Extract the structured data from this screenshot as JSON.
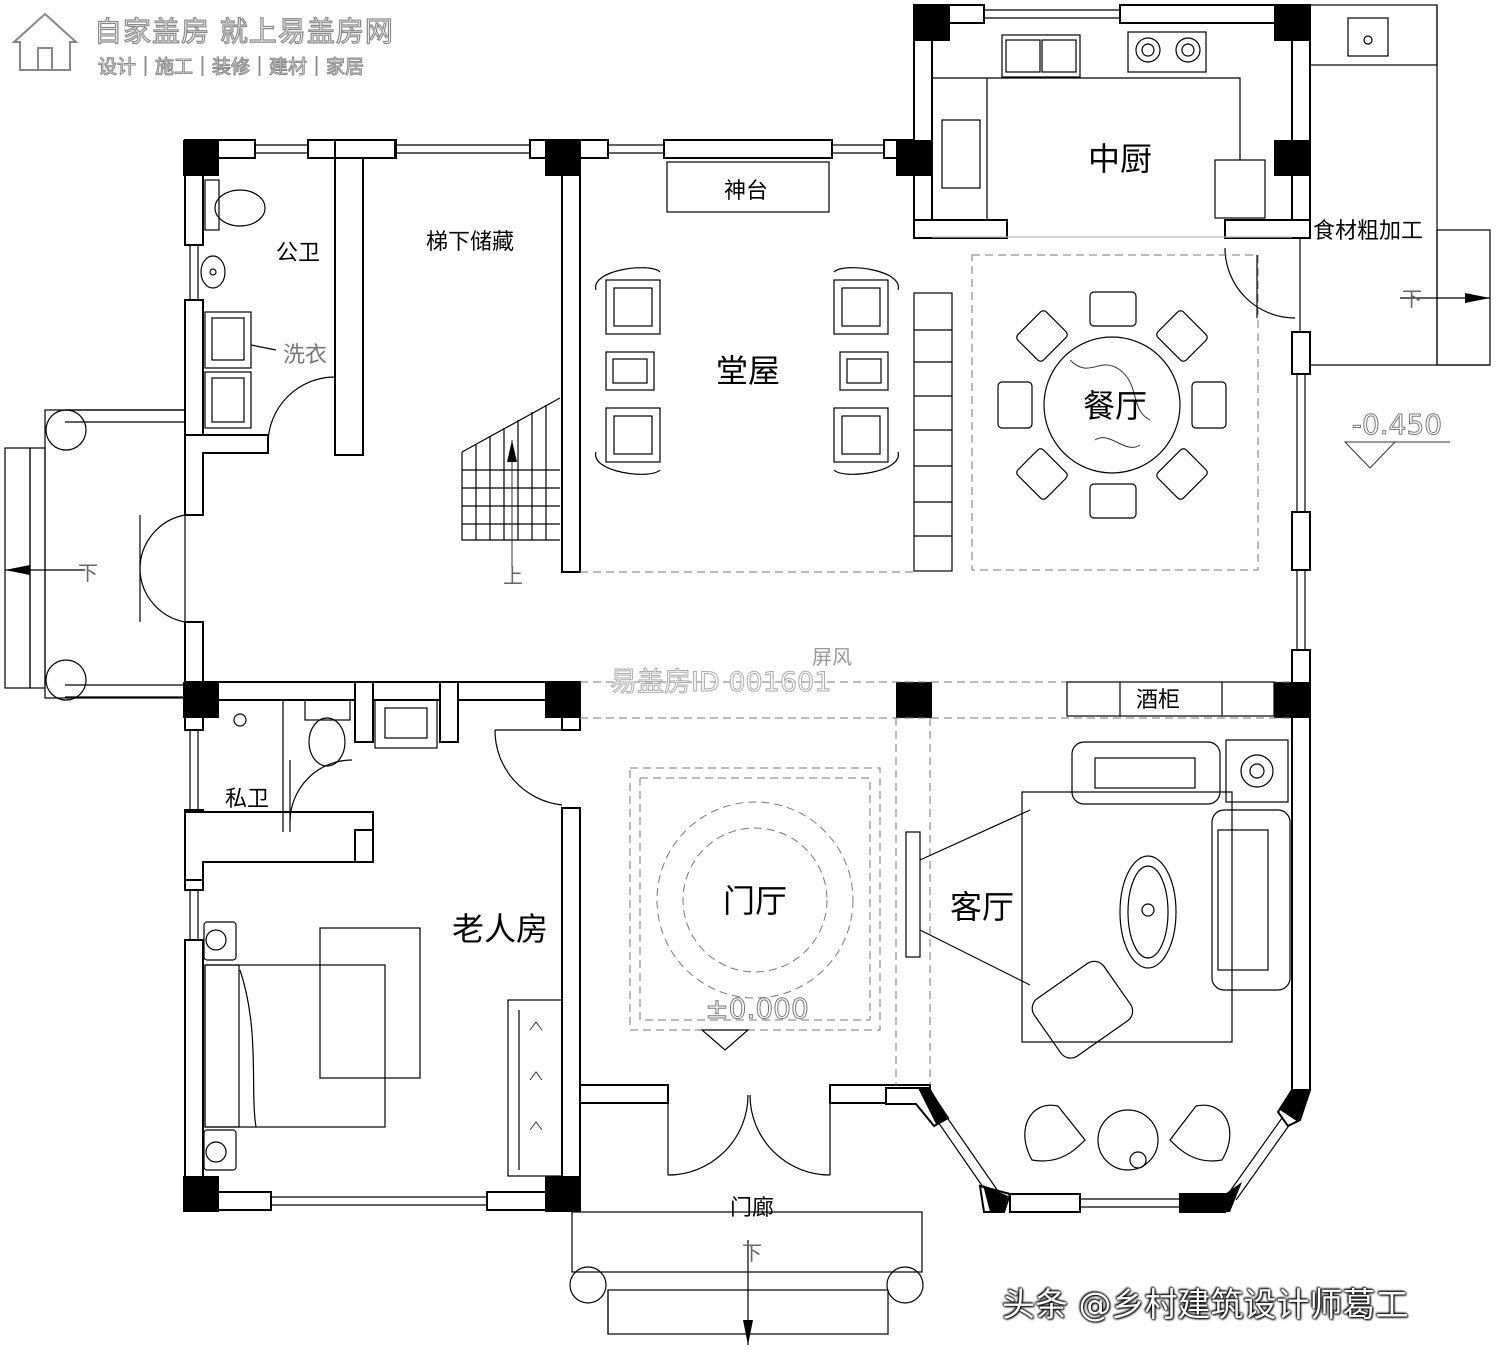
{
  "brand": {
    "logo_icon": "house-logo-icon",
    "slogan": "自家盖房 就上易盖房网",
    "services": "设计｜施工｜装修｜建材｜家居"
  },
  "watermark_id": "易盖房ID 001601",
  "credit": "头条 @乡村建筑设计师葛工",
  "rooms": {
    "public_toilet": "公卫",
    "laundry": "洗衣",
    "stair_storage": "梯下储藏",
    "shrine": "神台",
    "main_hall": "堂屋",
    "kitchen": "中厨",
    "prep_area": "食材粗加工",
    "dining": "餐厅",
    "private_toilet": "私卫",
    "elder_bedroom": "老人房",
    "foyer": "门厅",
    "living_room": "客厅",
    "wine_cabinet": "酒柜",
    "porch": "门廊",
    "screen": "屏风"
  },
  "markers": {
    "stair_up": "上",
    "down_west": "下",
    "down_east": "下",
    "down_south": "下",
    "level_outdoor": "-0.450",
    "level_indoor": "±0.000"
  },
  "colors": {
    "wall_fill": "#ffffff",
    "column_fill": "#000000",
    "line": "#000000"
  }
}
